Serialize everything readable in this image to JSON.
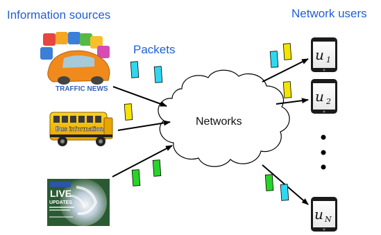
{
  "labels": {
    "sources_title": "Information sources",
    "users_title": "Network users",
    "packets": "Packets",
    "cloud": "Networks"
  },
  "sources": {
    "traffic_news": "TRAFFIC NEWS",
    "bus": "Bus information",
    "live_line1": "LIVE",
    "live_line2": "UPDATES"
  },
  "users": {
    "u1": "u",
    "u1_sub": "1",
    "u2": "u",
    "u2_sub": "2",
    "un": "u",
    "un_sub": "N",
    "ellipsis_icon": "vertical-ellipsis"
  },
  "colors": {
    "title_blue": "#1f5fd6",
    "packet_cyan": "#2ed8f0",
    "packet_yellow": "#f4e400",
    "packet_green": "#27d427",
    "phone_body": "#1b1b1b"
  }
}
